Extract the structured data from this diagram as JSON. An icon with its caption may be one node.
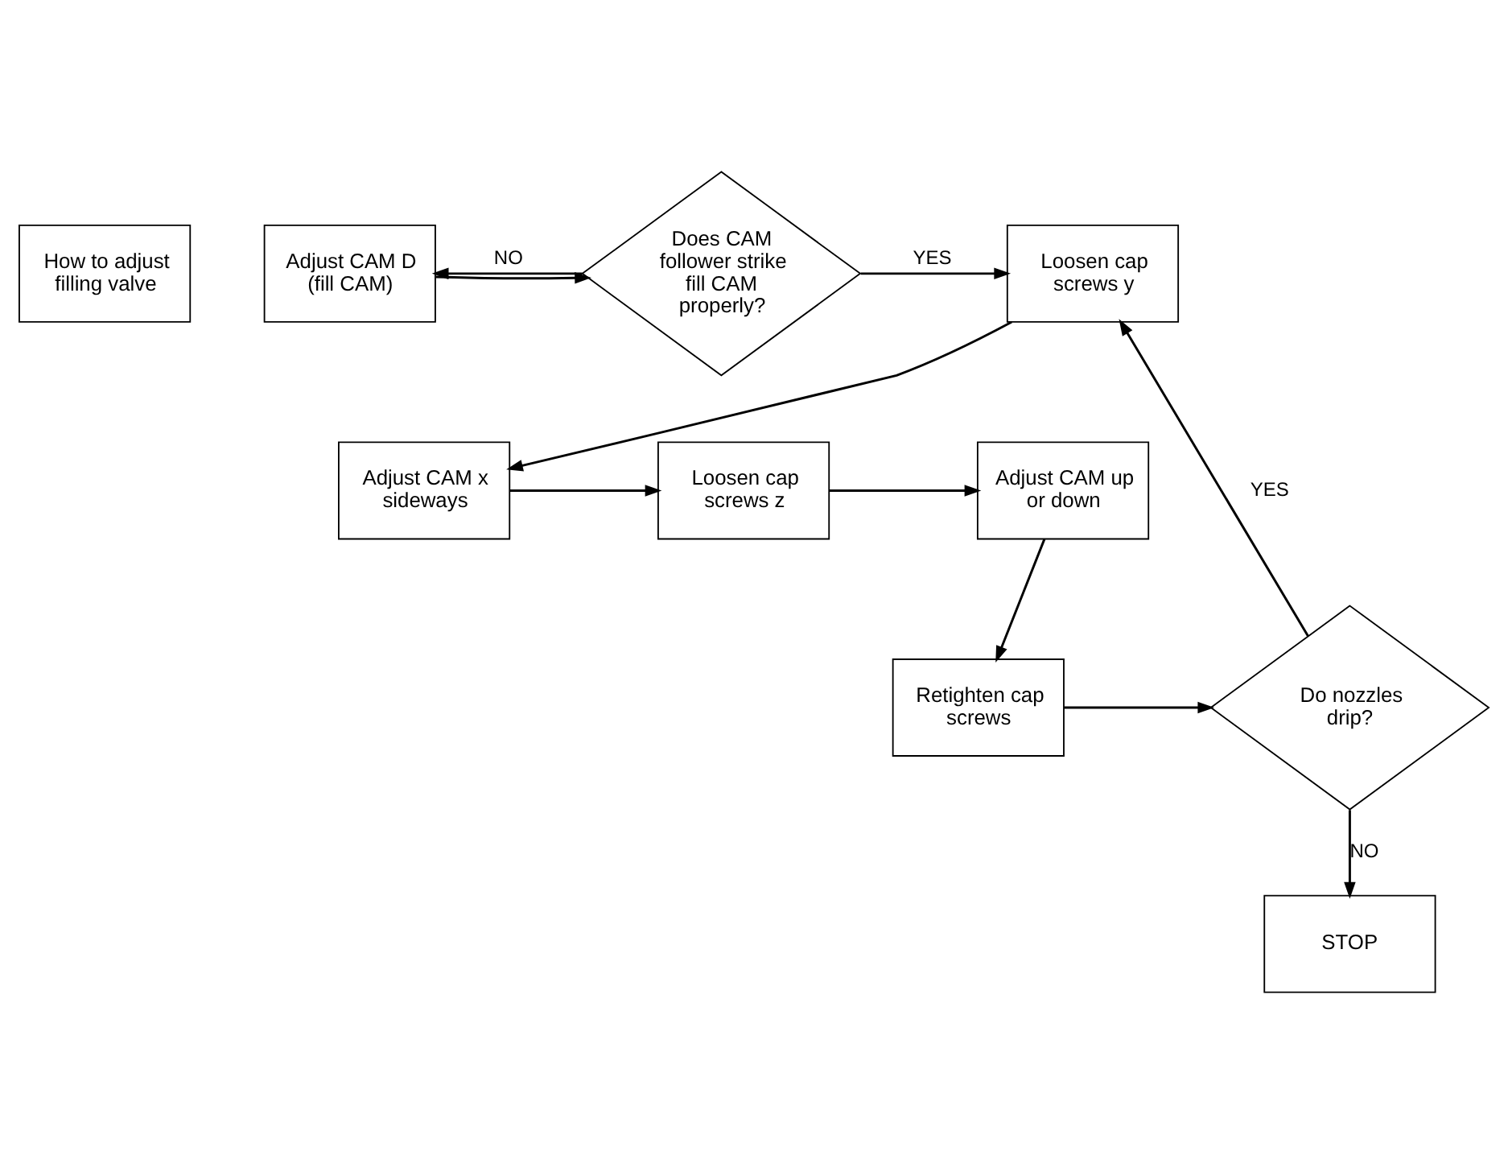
{
  "diagram": {
    "nodes": [
      {
        "text": [
          "How to adjust filling valve"
        ]
      },
      {
        "text": [
          "Adjust CAM D (fill CAM)"
        ]
      },
      {
        "text": [
          "Does CAM follower strike fill CAM properly?"
        ]
      },
      {
        "text": [
          "Loosen cap screws y"
        ]
      },
      {
        "text": [
          "Adjust CAM x sideways"
        ]
      },
      {
        "text": [
          "Loosen cap screws z"
        ]
      },
      {
        "text": [
          "Adjust CAM up or down"
        ]
      },
      {
        "text": [
          "Retighten cap screws"
        ]
      },
      {
        "text": [
          "Do nozzles drip?"
        ]
      },
      {
        "text": [
          "STOP"
        ]
      }
    ],
    "edges": [
      {
        "from": 2,
        "to": 1,
        "arrow": "to",
        "label": "NO"
      },
      {
        "from": 1,
        "to": 2,
        "arrow": "to"
      },
      {
        "from": 2,
        "to": 3,
        "arrow": "to",
        "label": "YES"
      },
      {
        "from": 3,
        "to": 4,
        "arrow": "to"
      },
      {
        "from": 4,
        "to": 5,
        "arrow": "to"
      },
      {
        "from": 5,
        "to": 6,
        "arrow": "to"
      },
      {
        "from": 6,
        "to": 7,
        "arrow": "to"
      },
      {
        "from": 7,
        "to": 8,
        "arrow": "to"
      },
      {
        "from": 8,
        "to": 3,
        "arrow": "to",
        "label": "YES"
      },
      {
        "from": 8,
        "to": 9,
        "arrow": "to",
        "label": "NO"
      }
    ]
  }
}
